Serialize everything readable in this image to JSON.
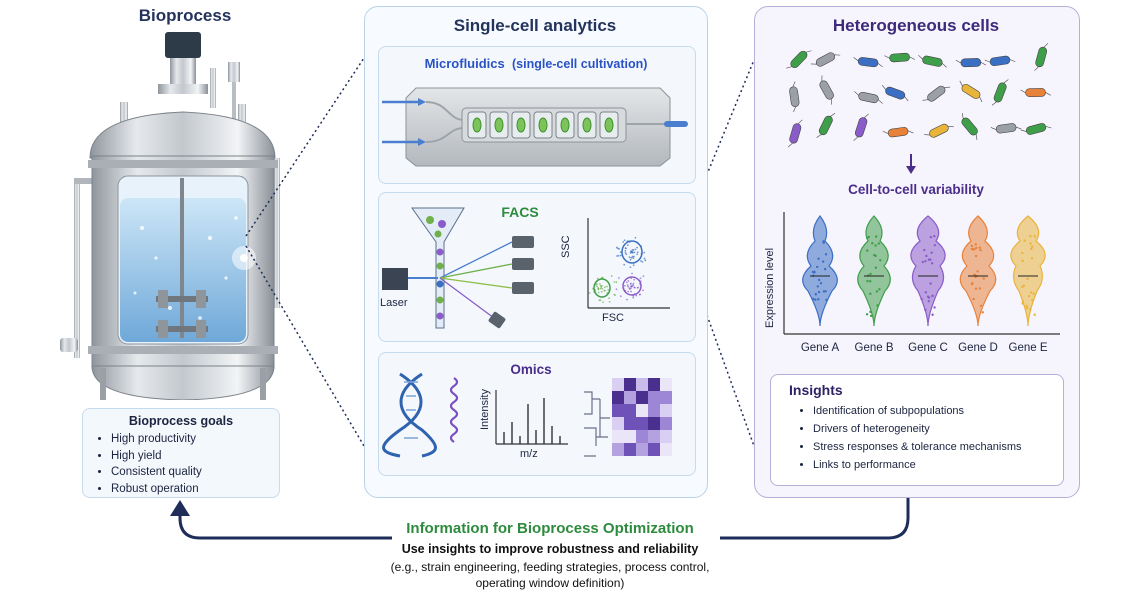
{
  "bioprocess": {
    "title": "Bioprocess",
    "goals_title": "Bioprocess goals",
    "goals": [
      "High productivity",
      "High yield",
      "Consistent quality",
      "Robust operation"
    ]
  },
  "analytics": {
    "title": "Single-cell analytics",
    "microfluidics": {
      "title": "Microfluidics",
      "subtitle": "(single-cell cultivation)"
    },
    "facs": {
      "title": "FACS",
      "laser_label": "Laser",
      "x_label": "FSC",
      "y_label": "SSC"
    },
    "omics": {
      "title": "Omics",
      "x_label": "m/z",
      "y_label": "Intensity"
    }
  },
  "heterogeneity": {
    "title": "Heterogeneous cells",
    "variability_title": "Cell-to-cell variability",
    "y_label": "Expression level",
    "genes": [
      "Gene A",
      "Gene B",
      "Gene C",
      "Gene D",
      "Gene E"
    ],
    "gene_colors": [
      "#3a6fc4",
      "#3f9e4a",
      "#8a5cc9",
      "#e8823a",
      "#e8b43a"
    ],
    "insights_title": "Insights",
    "insights": [
      "Identification of subpopulations",
      "Drivers of heterogeneity",
      "Stress responses & tolerance mechanisms",
      "Links to performance"
    ]
  },
  "bottom": {
    "title": "Information for Bioprocess Optimization",
    "subtitle": "Use insights to improve robustness and reliability",
    "detail_line1": "(e.g., strain engineering, feeding strategies, process control,",
    "detail_line2": "operating window definition)"
  },
  "colors": {
    "accent_green": "#2e8b3e",
    "accent_blue": "#2a52c4",
    "accent_purple": "#4b2d8c",
    "navy": "#1f2d5a"
  }
}
